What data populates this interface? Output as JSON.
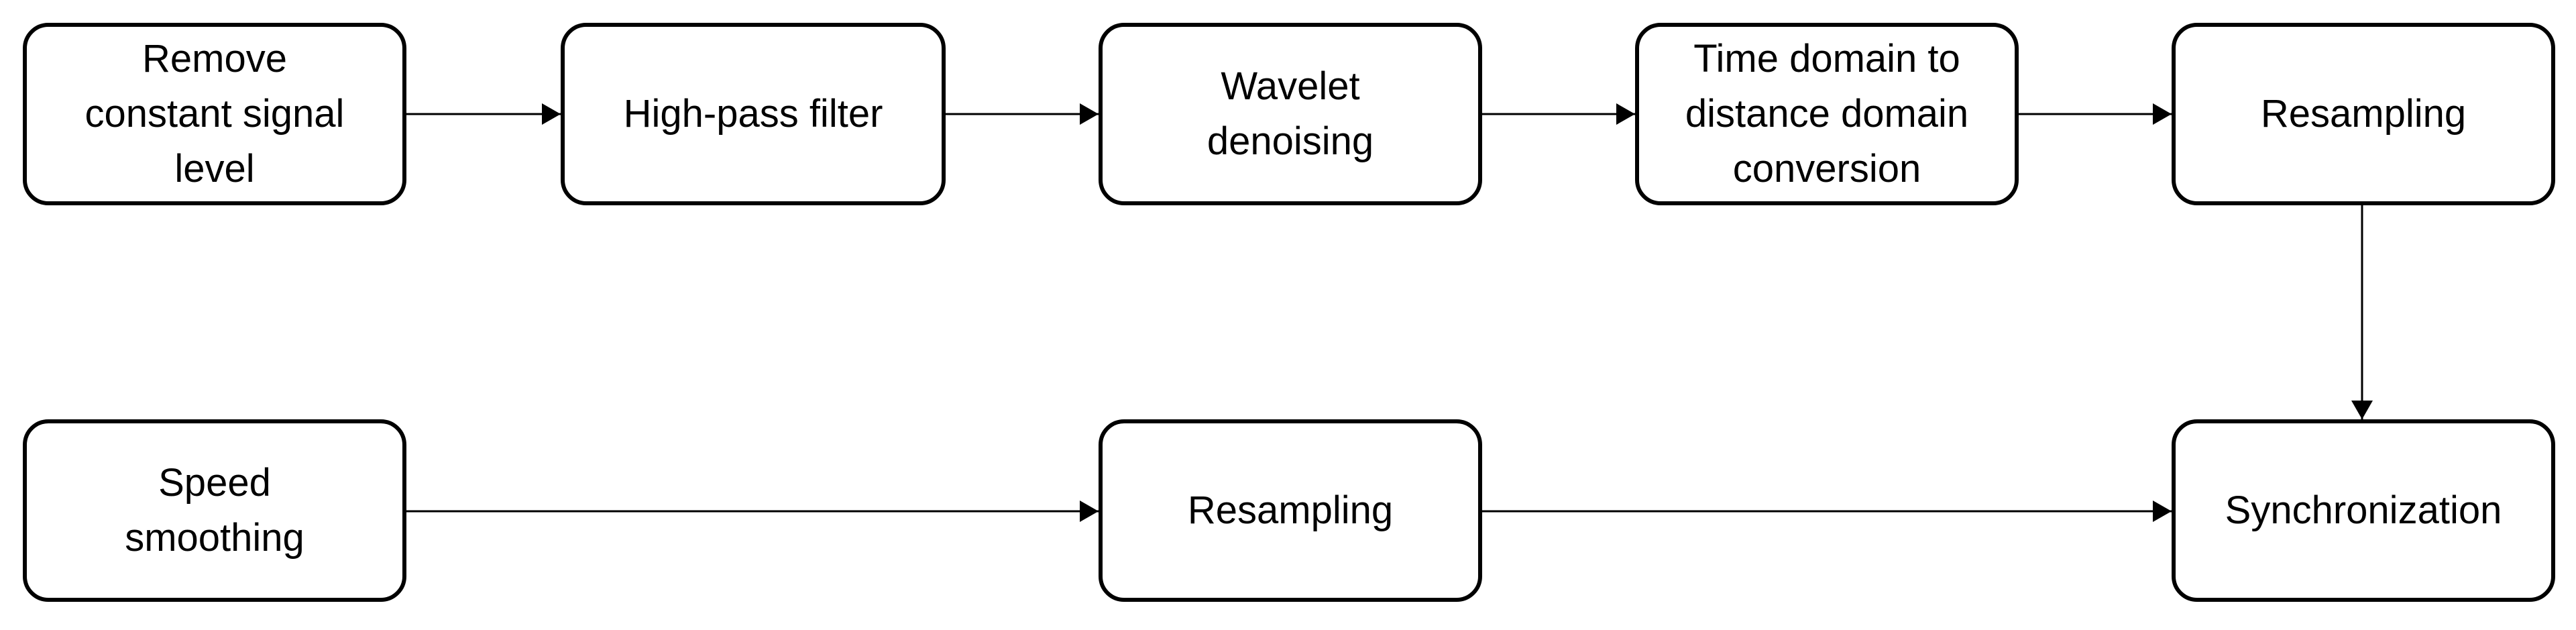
{
  "diagram": {
    "nodes": {
      "remove_constant": "Remove\nconstant signal\nlevel",
      "high_pass": "High-pass filter",
      "wavelet": "Wavelet\ndenoising",
      "time_to_distance": "Time domain to\ndistance domain\nconversion",
      "resampling_top": "Resampling",
      "speed_smoothing": "Speed\nsmoothing",
      "resampling_bottom": "Resampling",
      "synchronization": "Synchronization"
    },
    "edges": [
      {
        "from": "remove_constant",
        "to": "high_pass"
      },
      {
        "from": "high_pass",
        "to": "wavelet"
      },
      {
        "from": "wavelet",
        "to": "time_to_distance"
      },
      {
        "from": "time_to_distance",
        "to": "resampling_top"
      },
      {
        "from": "resampling_top",
        "to": "synchronization"
      },
      {
        "from": "speed_smoothing",
        "to": "resampling_bottom"
      },
      {
        "from": "resampling_bottom",
        "to": "synchronization"
      }
    ],
    "colors": {
      "stroke": "#000000",
      "background": "#ffffff"
    }
  }
}
